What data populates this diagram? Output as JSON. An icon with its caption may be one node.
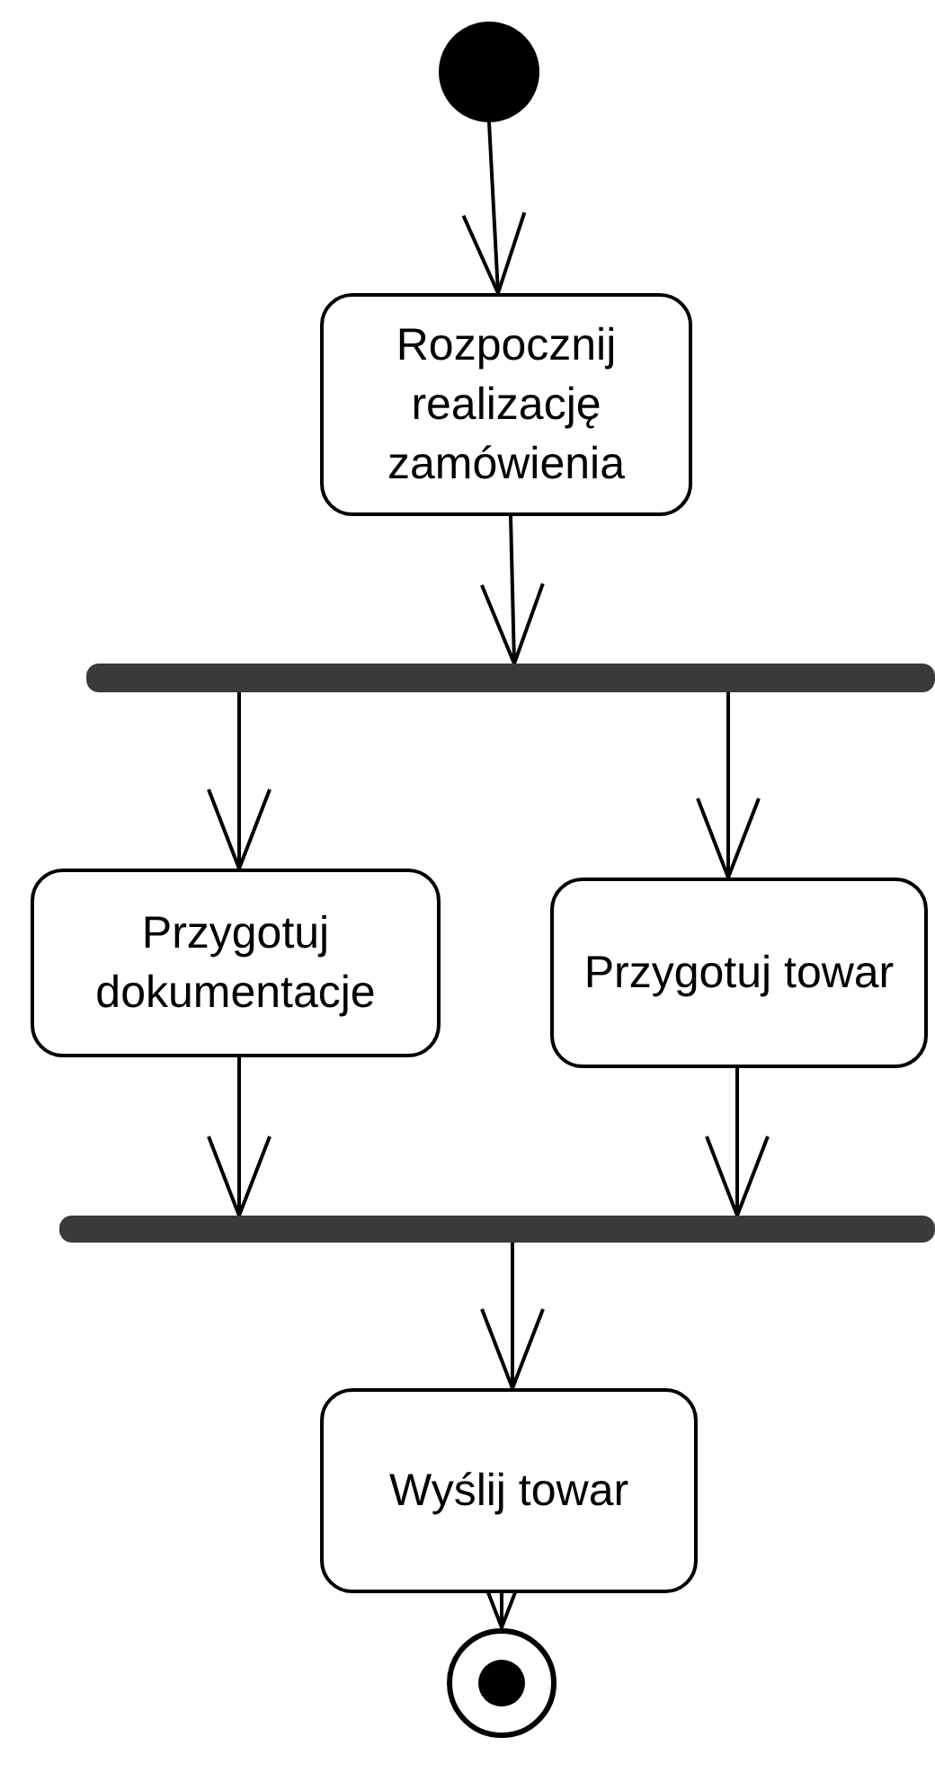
{
  "diagram": {
    "nodes": [
      {
        "text": [],
        "shape": "circle"
      },
      {
        "text": [
          "Rozpocznij realizację zamówienia"
        ]
      },
      {
        "text": [],
        "shape": "bar"
      },
      {
        "text": [
          "Przygotuj dokumentacje"
        ]
      },
      {
        "text": [
          "Przygotuj towar"
        ]
      },
      {
        "text": [],
        "shape": "bar"
      },
      {
        "text": [
          "Wyślij towar"
        ]
      },
      {
        "text": [],
        "shape": "circle"
      }
    ],
    "edges": [
      {
        "from": 0,
        "to": 1,
        "arrow": "to"
      },
      {
        "from": 1,
        "to": 2,
        "arrow": "to"
      },
      {
        "from": 2,
        "to": 3,
        "arrow": "to"
      },
      {
        "from": 2,
        "to": 4,
        "arrow": "to"
      },
      {
        "from": 3,
        "to": 5,
        "arrow": "to"
      },
      {
        "from": 4,
        "to": 5,
        "arrow": "to"
      },
      {
        "from": 5,
        "to": 6,
        "arrow": "to"
      },
      {
        "from": 6,
        "to": 7,
        "arrow": "to"
      }
    ]
  }
}
